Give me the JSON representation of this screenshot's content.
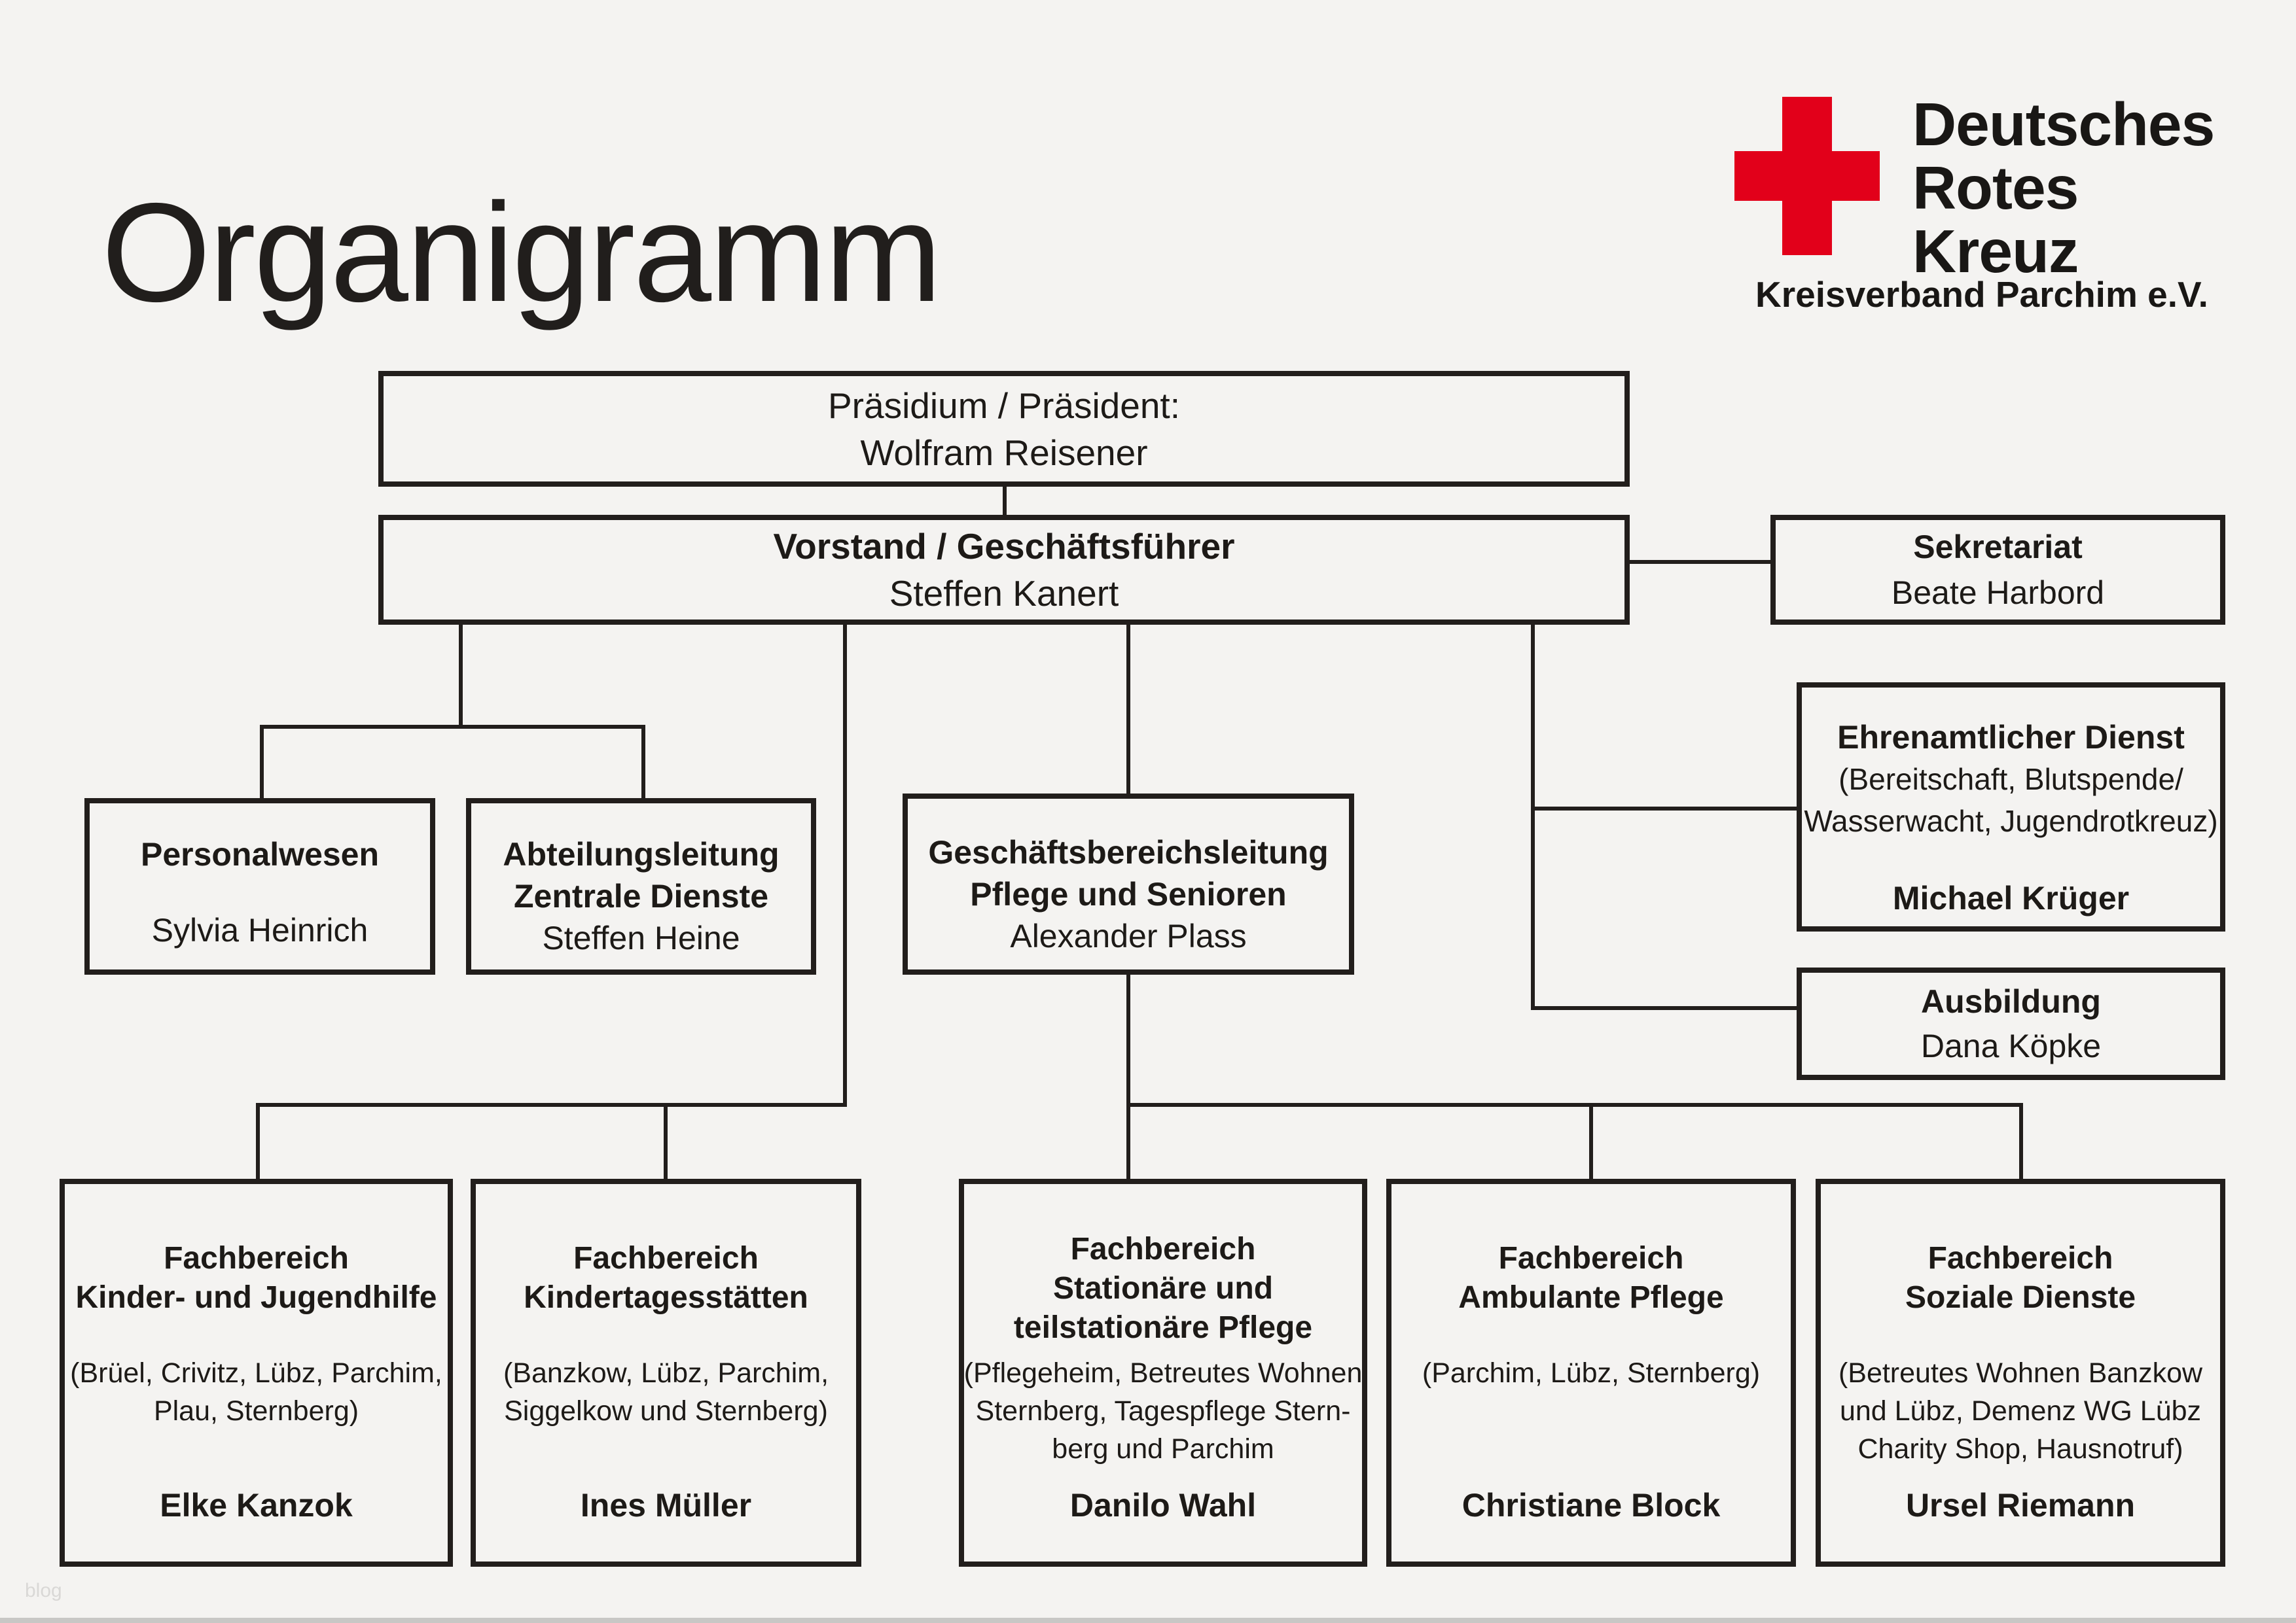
{
  "page": {
    "title": "Organigramm",
    "watermark": "blog"
  },
  "colors": {
    "background": "#f4f3f1",
    "ink": "#221e1c",
    "cross_red": "#e2001a",
    "watermark": "#d9d8d6",
    "bottom_bar": "#c8c7c5"
  },
  "logo": {
    "line1": "Deutsches",
    "line2": "Rotes",
    "line3": "Kreuz",
    "subtitle": "Kreisverband Parchim e.V."
  },
  "nodes": {
    "praesidium": {
      "l1": "Präsidium / Präsident:",
      "l2": "Wolfram Reisener"
    },
    "vorstand": {
      "l1": "Vorstand / Geschäftsführer",
      "l2": "Steffen Kanert"
    },
    "sekretariat": {
      "l1": "Sekretariat",
      "l2": "Beate Harbord"
    },
    "personalwesen": {
      "title": "Personalwesen",
      "name": "Sylvia Heinrich"
    },
    "zentrale": {
      "t1": "Abteilungsleitung",
      "t2": "Zentrale Dienste",
      "name": "Steffen Heine"
    },
    "gbl": {
      "t1": "Geschäftsbereichsleitung",
      "t2": "Pflege und Senioren",
      "name": "Alexander Plass"
    },
    "ehrenamt": {
      "title": "Ehrenamtlicher Dienst",
      "d1": "(Bereitschaft, Blutspende/",
      "d2": "Wasserwacht, Jugendrotkreuz)",
      "name": "Michael Krüger"
    },
    "ausbildung": {
      "title": "Ausbildung",
      "name": "Dana Köpke"
    },
    "fb1": {
      "t1": "Fachbereich",
      "t2": "Kinder- und Jugendhilfe",
      "d1": "(Brüel, Crivitz, Lübz, Parchim,",
      "d2": "Plau, Sternberg)",
      "name": "Elke Kanzok"
    },
    "fb2": {
      "t1": "Fachbereich",
      "t2": "Kindertagesstätten",
      "d1": "(Banzkow, Lübz, Parchim,",
      "d2": "Siggelkow und Sternberg)",
      "name": "Ines Müller"
    },
    "fb3": {
      "t1": "Fachbereich",
      "t2": "Stationäre und",
      "t3": "teilstationäre Pflege",
      "d1": "(Pflegeheim, Betreutes Wohnen",
      "d2": "Sternberg, Tagespflege Stern-",
      "d3": "berg und Parchim",
      "name": "Danilo Wahl"
    },
    "fb4": {
      "t1": "Fachbereich",
      "t2": "Ambulante Pflege",
      "d1": "(Parchim, Lübz, Sternberg)",
      "name": "Christiane Block"
    },
    "fb5": {
      "t1": "Fachbereich",
      "t2": "Soziale Dienste",
      "d1": "(Betreutes Wohnen Banzkow",
      "d2": "und Lübz, Demenz WG Lübz",
      "d3": "Charity Shop, Hausnotruf)",
      "name": "Ursel Riemann"
    }
  }
}
